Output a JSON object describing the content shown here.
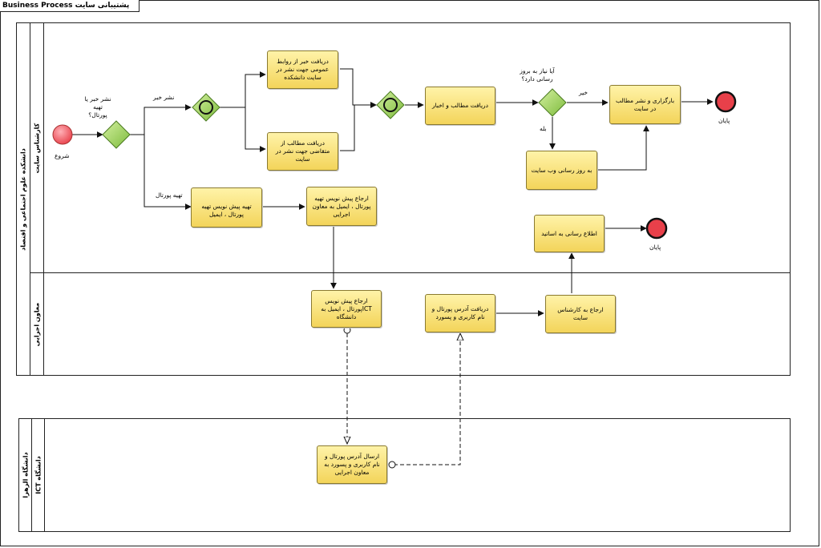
{
  "diagram": {
    "title": "Business Process پشتیبانی سایت",
    "pools": {
      "university": {
        "label": "دانشکده علوم اجتماعی و اقتصاد",
        "lane_expert": "کارشناس سایت",
        "lane_deputy": "معاون اجرایی"
      },
      "ict": {
        "label": "دانشگاه الزهرا",
        "sublabel": "ICT دانشگاه"
      }
    },
    "events": {
      "start": "شروع",
      "end1": "پایان",
      "end2": "پایان"
    },
    "tasks": {
      "receive_news_pr": "دریافت خبر از روابط عمومی جهت نشر در سایت دانشکده",
      "receive_content_request": "دریافت مطالب از متقاضی جهت نشر در سایت",
      "receive_content_news": "دریافت مطالب و اخبار",
      "publish_content": "بارگزاری و نشر مطالب در سایت",
      "update_website": "به روز رسانی وب سایت",
      "draft_portal": "تهیه پیش نویس تهیه پورتال ، ایمیل",
      "refer_draft_deputy": "ارجاع پیش نویس تهیه پورتال ، ایمیل به معاون اجرایی",
      "refer_draft_ict": "ارجاع پیش نویس ICTپورتال ، ایمیل به دانشگاه",
      "receive_portal_address": "دریافت آدرس پورتال و نام کاربری و پسورد",
      "refer_site_expert": "ارجاع به کارشناس سایت",
      "inform_professors": "اطلاع رسانی به اساتید",
      "send_portal_address": "ارسال آدرس پورتال و نام کاربری و پسورد به معاون اجرایی"
    },
    "labels": {
      "gateway_question": "نشر خبر یا تهیه پورتال؟",
      "publish_news": "نشر خبر",
      "prepare_portal": "تهیه پورتال",
      "update_question": "آیا نیاز به بروز رسانی دارد؟",
      "no": "خیر",
      "yes": "بله"
    },
    "colors": {
      "task_fill": "#f6dc6e",
      "gateway_fill": "#9fd25c",
      "end_fill": "#e8404a",
      "start_fill": "#f07a84"
    }
  }
}
